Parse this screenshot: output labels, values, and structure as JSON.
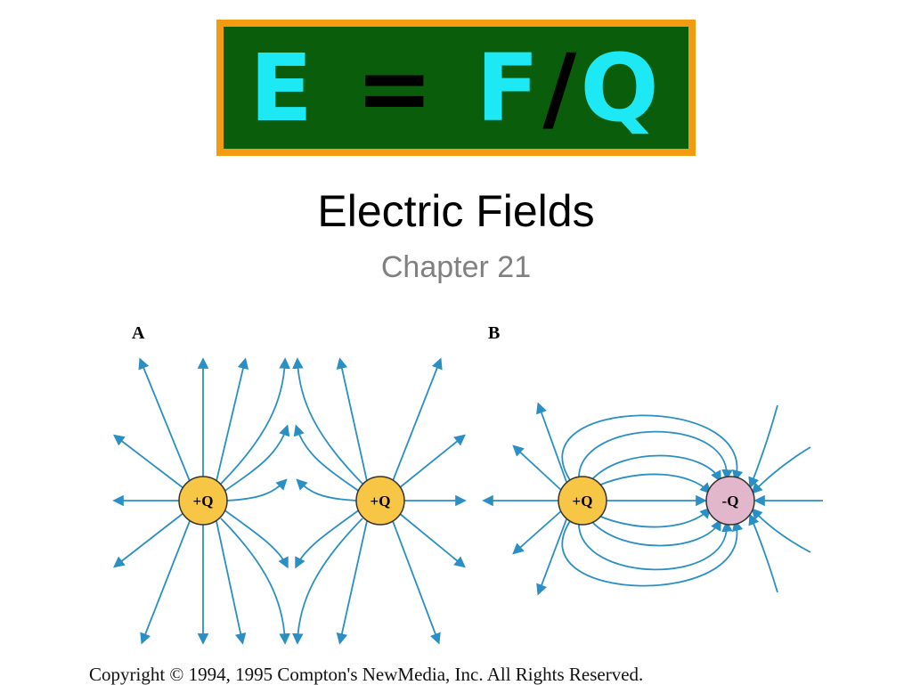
{
  "formula": {
    "E": "E",
    "equals": "=",
    "F": "F",
    "slash": "/",
    "Q": "Q"
  },
  "title": "Electric Fields",
  "subtitle": "Chapter 21",
  "diagram": {
    "panel_a_label": "A",
    "panel_b_label": "B",
    "charge_positive": "+Q",
    "charge_negative": "-Q",
    "colors": {
      "field_line": "#2a8fc4",
      "positive_fill": "#f7c644",
      "negative_fill": "#e3b7cb",
      "charge_stroke": "#333333"
    }
  },
  "copyright": "Copyright © 1994, 1995 Compton's NewMedia, Inc. All Rights Reserved.",
  "colors": {
    "formula_border": "#f39c12",
    "formula_bg": "#0a5d0a",
    "formula_text": "#1de9f4",
    "slash": "#000000"
  }
}
